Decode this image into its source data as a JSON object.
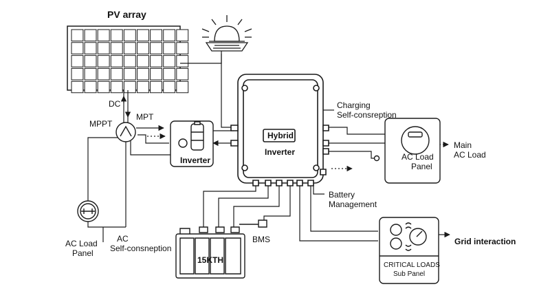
{
  "labels": {
    "pv_array": "PV array",
    "dc": "DC",
    "mpt": "MPT",
    "mppt": "MPPT",
    "inverter_small": "Inverter",
    "hybrid": "Hybrid",
    "inverter_main": "Inverter",
    "charging": "Charging",
    "self_consreption": "Self-consreption",
    "ac_load_panel_right_1": "AC Load",
    "ac_load_panel_right_2": "Panel",
    "main_ac_load_1": "Main",
    "main_ac_load_2": "AC Load",
    "battery_management_1": "Battery",
    "battery_management_2": "Management",
    "bms": "BMS",
    "battery_model": "15KTH",
    "ac_load_panel_left_1": "AC Load",
    "ac_load_panel_left_2": "Panel",
    "ac_self_1": "AC",
    "ac_self_2": "Self-consneption",
    "grid_interaction": "Grid interaction",
    "critical_loads_1": "CRITICAL LOADS",
    "critical_loads_2": "Sub Panel"
  },
  "colors": {
    "stroke": "#1a1a1a",
    "background": "#ffffff",
    "panel_fill": "#f4f4f4"
  }
}
